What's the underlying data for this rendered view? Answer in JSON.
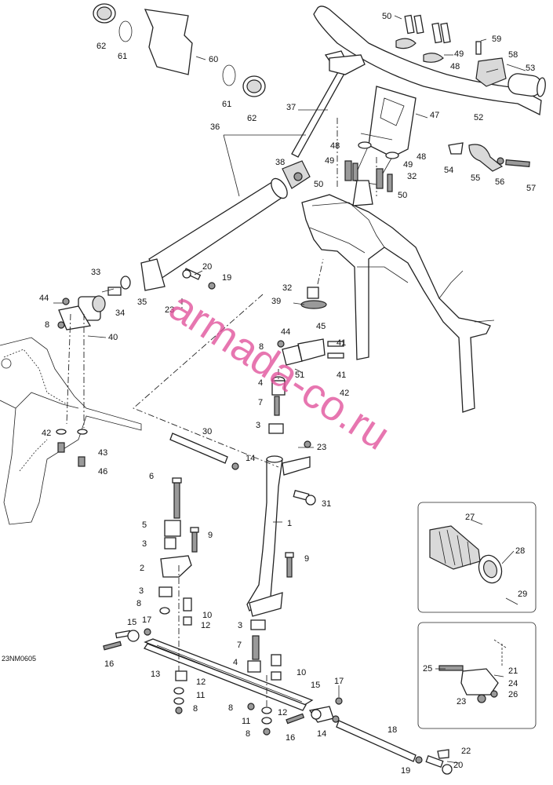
{
  "diagram": {
    "reference_code": "23NM0605",
    "watermark": "armada-co.ru",
    "callouts": [
      "1",
      "2",
      "3",
      "4",
      "5",
      "6",
      "7",
      "8",
      "9",
      "10",
      "11",
      "12",
      "13",
      "14",
      "15",
      "16",
      "17",
      "18",
      "19",
      "20",
      "21",
      "22",
      "23",
      "24",
      "25",
      "26",
      "27",
      "28",
      "29",
      "30",
      "31",
      "32",
      "33",
      "34",
      "35",
      "36",
      "37",
      "38",
      "39",
      "40",
      "41",
      "42",
      "43",
      "44",
      "45",
      "46",
      "47",
      "48",
      "49",
      "50",
      "51",
      "52",
      "53",
      "54",
      "55",
      "56",
      "57",
      "58",
      "59",
      "60",
      "61",
      "62"
    ],
    "inset_top_parts": [
      "27",
      "28",
      "29"
    ],
    "inset_bottom_parts": [
      "21",
      "23",
      "24",
      "25",
      "26"
    ]
  }
}
